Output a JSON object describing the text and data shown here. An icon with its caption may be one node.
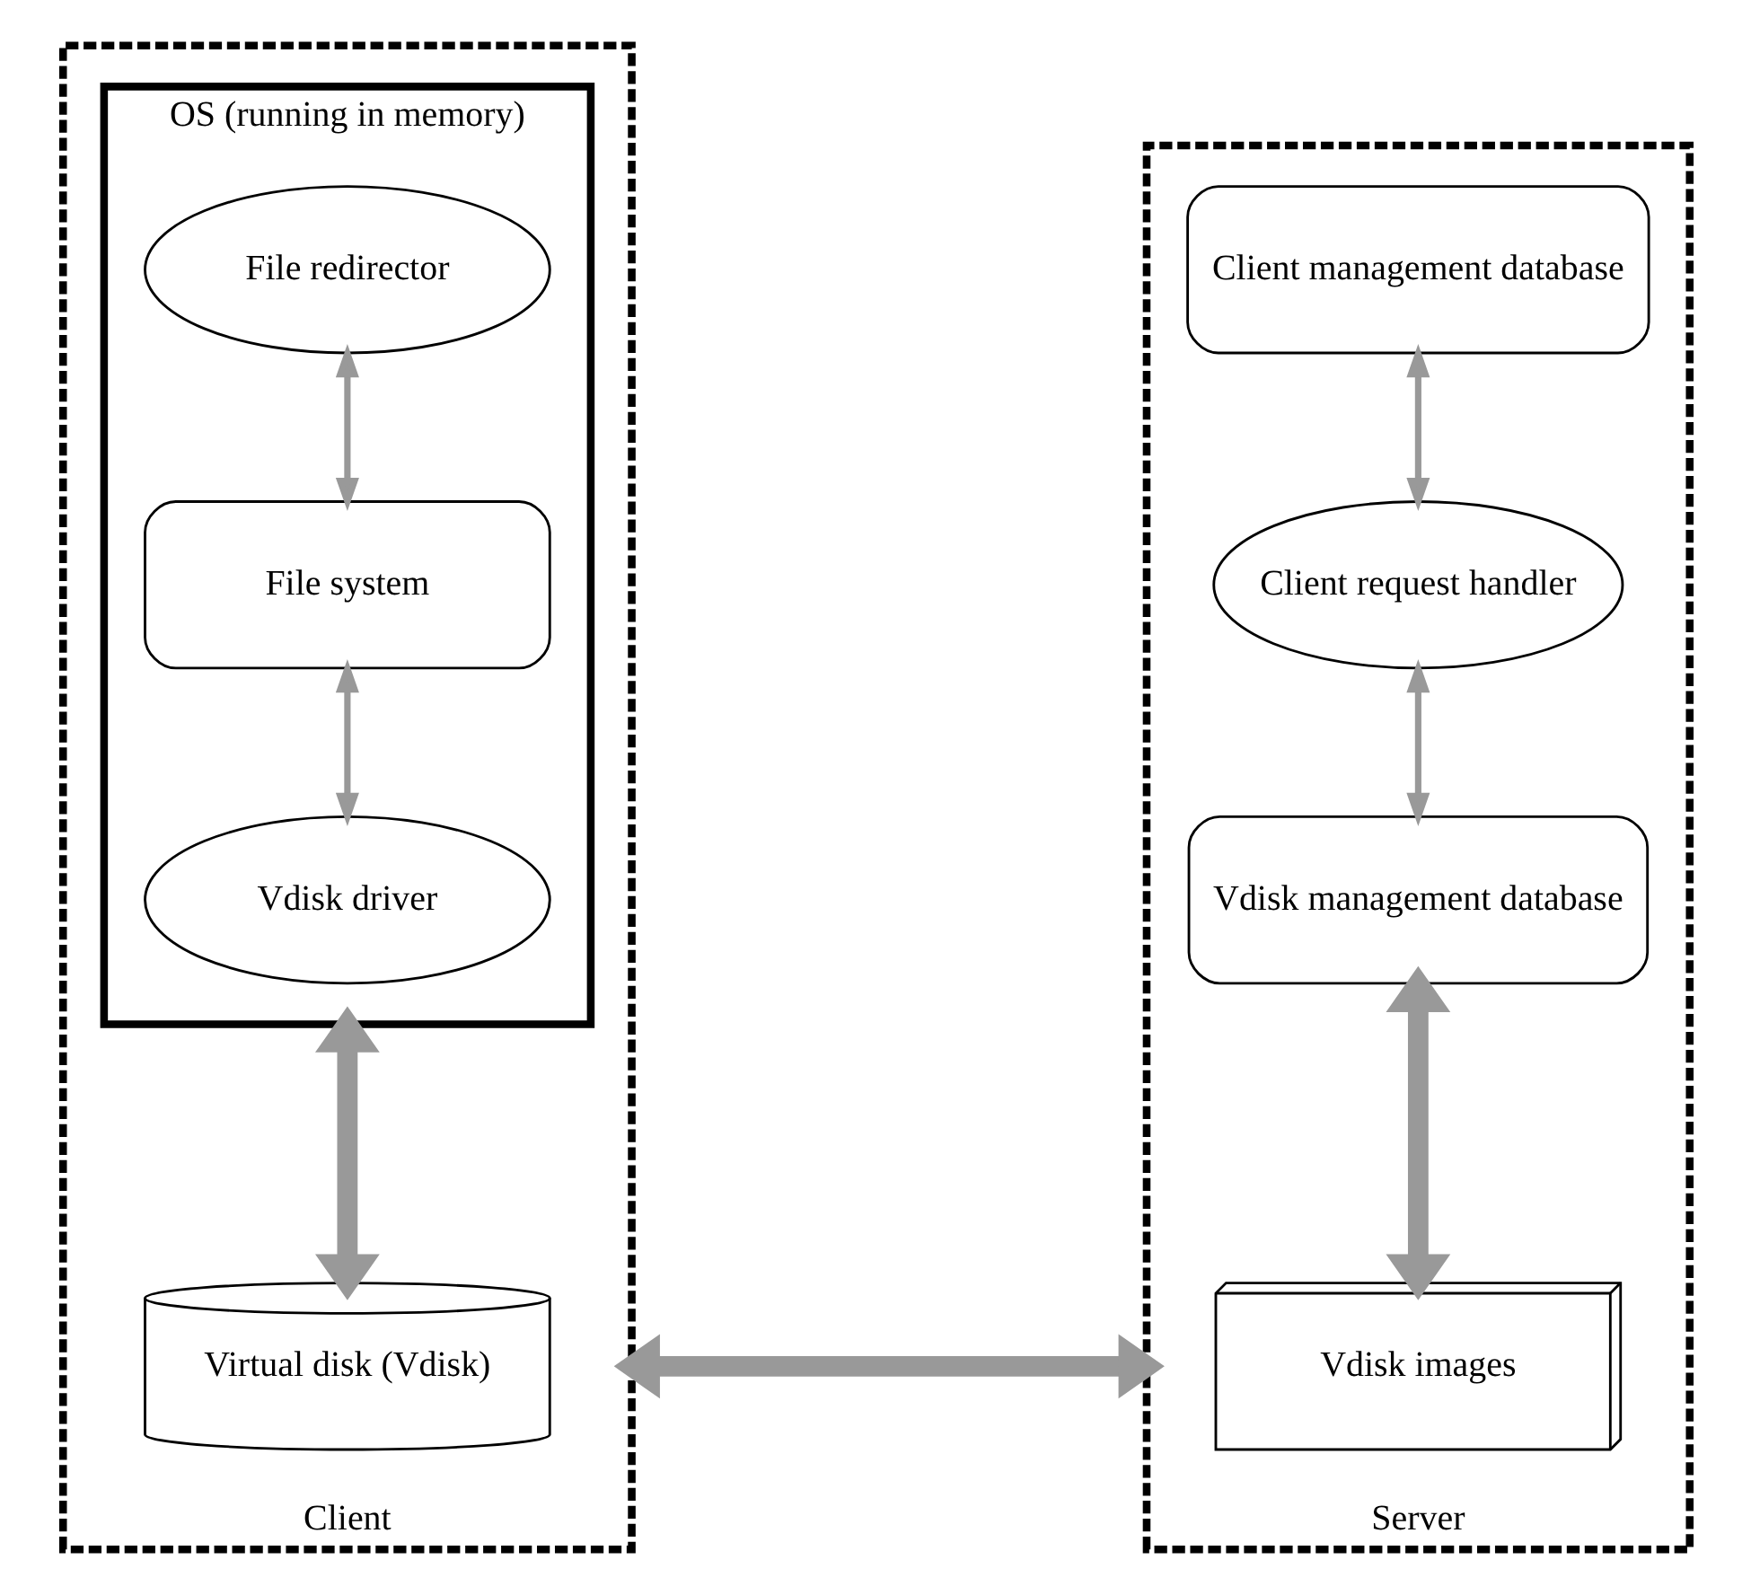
{
  "diagram": {
    "nodes": [
      {
        "text": [
          "Client"
        ]
      },
      {
        "text": [
          "OS (running in memory)"
        ],
        "in": 0
      },
      {
        "text": [
          "File redirector"
        ],
        "in": 1
      },
      {
        "text": [
          "File system"
        ],
        "in": 1
      },
      {
        "text": [
          "Vdisk driver"
        ],
        "in": 1
      },
      {
        "text": [
          "Virtual disk (Vdisk)"
        ],
        "in": 0
      },
      {
        "text": [
          "Server"
        ]
      },
      {
        "text": [
          "Client management database"
        ],
        "in": 6
      },
      {
        "text": [
          "Client request handler"
        ],
        "in": 6
      },
      {
        "text": [
          "Vdisk management database"
        ],
        "in": 6
      },
      {
        "text": [
          "Vdisk images"
        ],
        "in": 6
      }
    ],
    "edges": [
      {
        "from": 2,
        "to": 3,
        "arrow": "both"
      },
      {
        "from": 3,
        "to": 4,
        "arrow": "both"
      },
      {
        "from": 1,
        "to": 5,
        "arrow": "both",
        "style": "thick"
      },
      {
        "from": 7,
        "to": 8,
        "arrow": "both"
      },
      {
        "from": 8,
        "to": 9,
        "arrow": "both"
      },
      {
        "from": 9,
        "to": 10,
        "arrow": "both",
        "style": "thick"
      },
      {
        "from": 0,
        "to": 6,
        "arrow": "both",
        "style": "thick"
      }
    ]
  }
}
